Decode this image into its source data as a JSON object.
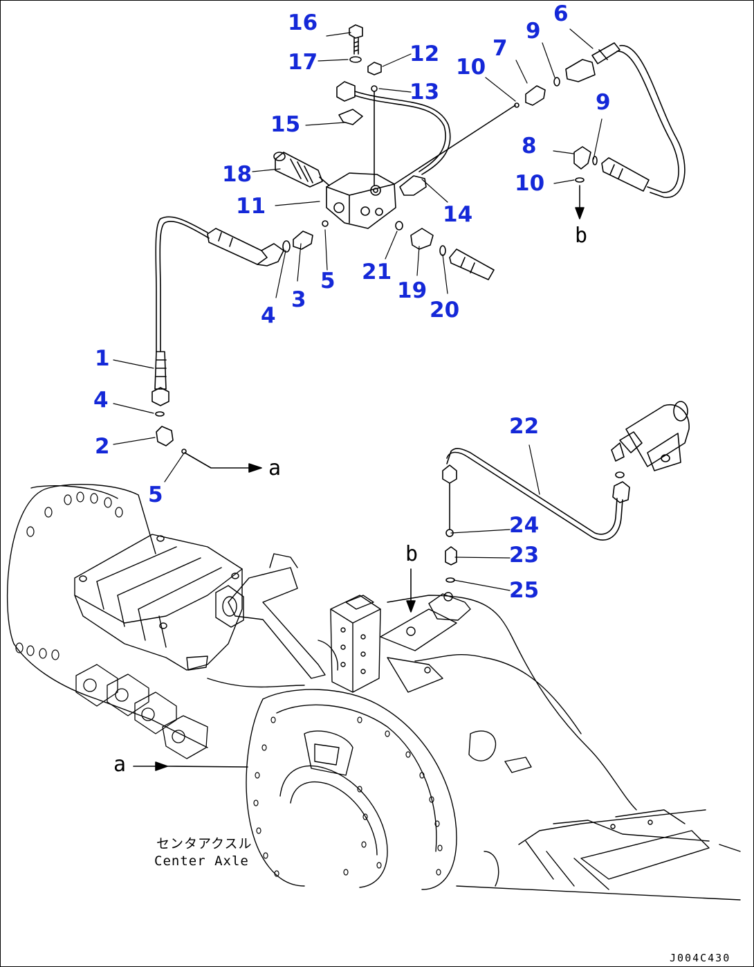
{
  "parts": [
    {
      "id": "p1",
      "number": "1"
    },
    {
      "id": "p2",
      "number": "2"
    },
    {
      "id": "p3",
      "number": "3"
    },
    {
      "id": "p4a",
      "number": "4"
    },
    {
      "id": "p4b",
      "number": "4"
    },
    {
      "id": "p5a",
      "number": "5"
    },
    {
      "id": "p5b",
      "number": "5"
    },
    {
      "id": "p6",
      "number": "6"
    },
    {
      "id": "p7",
      "number": "7"
    },
    {
      "id": "p8",
      "number": "8"
    },
    {
      "id": "p9a",
      "number": "9"
    },
    {
      "id": "p9b",
      "number": "9"
    },
    {
      "id": "p10a",
      "number": "10"
    },
    {
      "id": "p10b",
      "number": "10"
    },
    {
      "id": "p11",
      "number": "11"
    },
    {
      "id": "p12",
      "number": "12"
    },
    {
      "id": "p13",
      "number": "13"
    },
    {
      "id": "p14",
      "number": "14"
    },
    {
      "id": "p15",
      "number": "15"
    },
    {
      "id": "p16",
      "number": "16"
    },
    {
      "id": "p17",
      "number": "17"
    },
    {
      "id": "p18",
      "number": "18"
    },
    {
      "id": "p19",
      "number": "19"
    },
    {
      "id": "p20",
      "number": "20"
    },
    {
      "id": "p21",
      "number": "21"
    },
    {
      "id": "p22",
      "number": "22"
    },
    {
      "id": "p23",
      "number": "23"
    },
    {
      "id": "p24",
      "number": "24"
    },
    {
      "id": "p25",
      "number": "25"
    }
  ],
  "refs": {
    "a_top": "a",
    "a_bottom": "a",
    "b_top": "b",
    "b_bottom": "b"
  },
  "caption": {
    "japanese": "センタアクスル",
    "english": "Center Axle"
  },
  "drawing_code": "J004C430",
  "colors": {
    "label": "#1428d8",
    "line": "#000000",
    "background": "#ffffff"
  }
}
